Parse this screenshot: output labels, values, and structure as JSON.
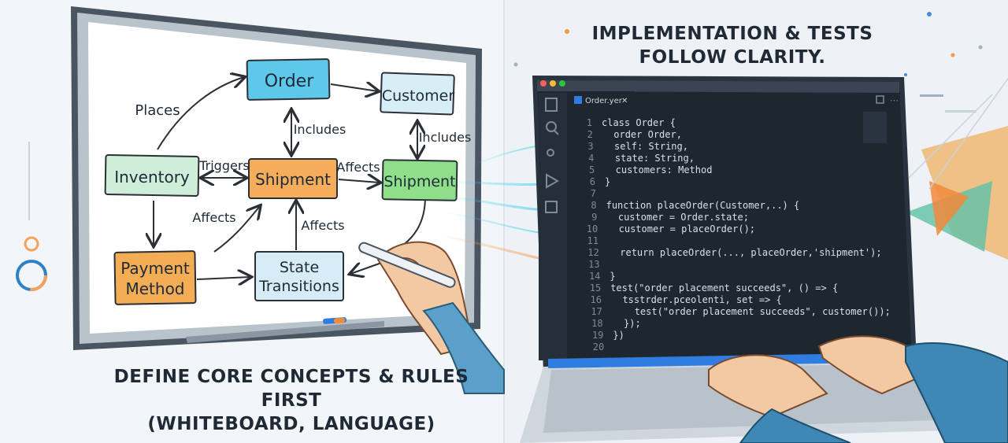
{
  "left_caption": {
    "line1": "DEFINE CORE CONCEPTS & RULES FIRST",
    "line2": "(WHITEBOARD, LANGUAGE)"
  },
  "right_caption": {
    "line1": "IMPLEMENTATION & TESTS",
    "line2": "FOLLOW CLARITY."
  },
  "whiteboard": {
    "nodes": {
      "order": "Order",
      "customer": "Customer",
      "inventory": "Inventory",
      "shipment_center": "Shipment",
      "shipment_right": "Shipment",
      "payment_line1": "Payment",
      "payment_line2": "Method",
      "state_line1": "State",
      "state_line2": "Transitions"
    },
    "edges": {
      "places": "Places",
      "includes_center": "Includes",
      "includes_right": "Includes",
      "triggers": "Triggers",
      "affects_right": "Affects",
      "affects_left": "Affects",
      "affects_bottom": "Affects"
    }
  },
  "editor": {
    "tab_label": "Order.yer",
    "tab_close": "✕",
    "line_numbers": [
      "1",
      "2",
      "3",
      "4",
      "5",
      "6",
      "7",
      "8",
      "9",
      "10",
      "11",
      "12",
      "13",
      "14",
      "15",
      "16",
      "17",
      "18",
      "19",
      "20"
    ],
    "code_lines": [
      "class Order {",
      "  order Order,",
      "  self: String,",
      "  state: String,",
      "  customers: Method",
      "}",
      "",
      "function placeOrder(Customer,..) {",
      "  customer = Order.state;",
      "  customer = placeOrder();",
      "",
      "  return placeOrder(..., placeOrder,'shipment');",
      "",
      "}",
      "test(\"order placement succeeds\", () => {",
      "  tsstrder.pceolenti, set => {",
      "    test(\"order placement succeeds\", customer());",
      "  });",
      "})",
      ""
    ]
  },
  "colors": {
    "order_box": "#5ec8ea",
    "customer_box": "#d8eef7",
    "inventory_box": "#cfeed9",
    "shipment_box": "#f5ad5c",
    "shipment_right_box": "#8fdf8a",
    "payment_box": "#f2ad55",
    "state_box": "#d6ecf7",
    "editor_bg": "#1e2630",
    "accent_blue": "#2f7de0"
  }
}
